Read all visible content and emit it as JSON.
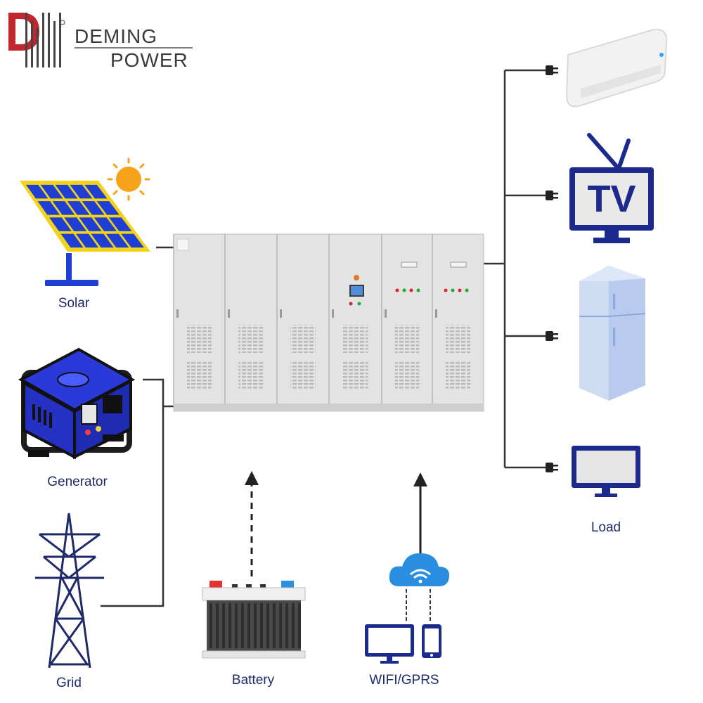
{
  "brand": {
    "line1": "DEMING",
    "line2": "POWER",
    "logo_color": "#c1272d"
  },
  "inputs": {
    "solar_label": "Solar",
    "generator_label": "Generator",
    "grid_label": "Grid"
  },
  "bottom": {
    "battery_label": "Battery",
    "comm_label": "WIFI/GPRS"
  },
  "loads": {
    "tv_text": "TV",
    "load_label": "Load"
  },
  "icons": [
    "logo-mark-icon",
    "sun-icon",
    "solar-panel-icon",
    "generator-icon",
    "transmission-tower-icon",
    "battery-icon",
    "cloud-wifi-icon",
    "monitor-icon",
    "phone-icon",
    "air-conditioner-icon",
    "tv-icon",
    "refrigerator-icon",
    "computer-monitor-icon",
    "plug-icon"
  ],
  "colors": {
    "label_text": "#1f2a6b",
    "wire": "#333333",
    "cabinet": "#dcdcdc",
    "solar_cell": "#1f3fd4",
    "solar_frame": "#f2d21b",
    "tv_blue": "#1b2a8c",
    "fridge_blue": "#b9cdee"
  }
}
